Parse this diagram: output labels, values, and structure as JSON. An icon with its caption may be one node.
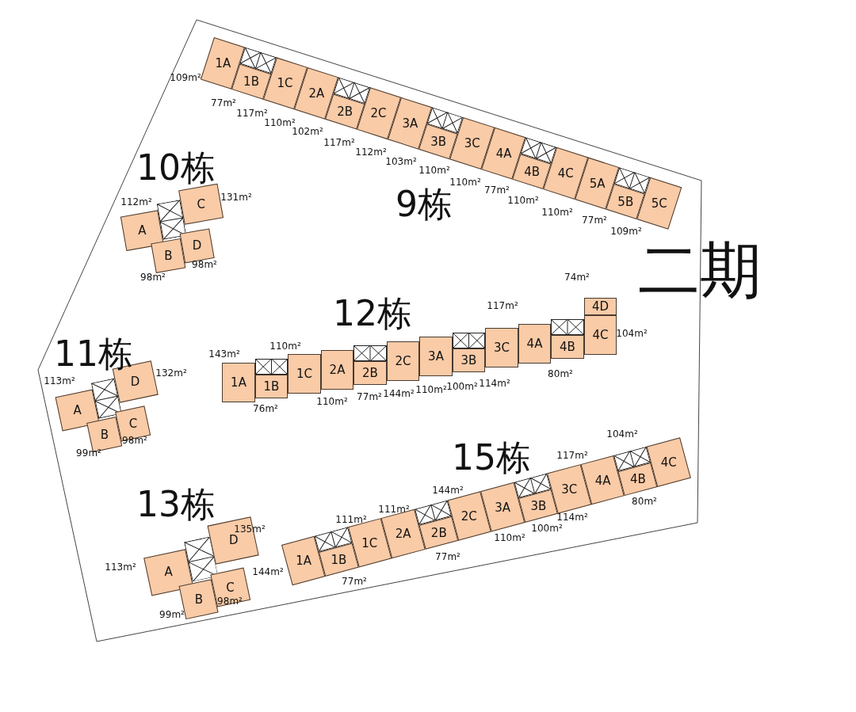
{
  "diagram": {
    "nodes": [
      {
        "text": [
          "1A"
        ]
      },
      {
        "text": [
          "1B"
        ]
      },
      {
        "text": [
          "1C"
        ]
      },
      {
        "text": [
          "2A"
        ]
      },
      {
        "text": [
          "2B"
        ]
      },
      {
        "text": [
          "2C"
        ]
      },
      {
        "text": [
          "3A"
        ]
      },
      {
        "text": [
          "3B"
        ]
      },
      {
        "text": [
          "3C"
        ]
      },
      {
        "text": [
          "4A"
        ]
      },
      {
        "text": [
          "4B"
        ]
      },
      {
        "text": [
          "4C"
        ]
      },
      {
        "text": [
          "5A"
        ]
      },
      {
        "text": [
          "5B"
        ]
      },
      {
        "text": [
          "5C"
        ]
      },
      {
        "text": [
          "A"
        ]
      },
      {
        "text": [
          "C"
        ]
      },
      {
        "text": [
          "B"
        ]
      },
      {
        "text": [
          "D"
        ]
      },
      {
        "text": [
          "A"
        ]
      },
      {
        "text": [
          "D"
        ]
      },
      {
        "text": [
          "B"
        ]
      },
      {
        "text": [
          "C"
        ]
      },
      {
        "text": [
          "1A"
        ]
      },
      {
        "text": [
          "1B"
        ]
      },
      {
        "text": [
          "1C"
        ]
      },
      {
        "text": [
          "2A"
        ]
      },
      {
        "text": [
          "2B"
        ]
      },
      {
        "text": [
          "2C"
        ]
      },
      {
        "text": [
          "3A"
        ]
      },
      {
        "text": [
          "3B"
        ]
      },
      {
        "text": [
          "3C"
        ]
      },
      {
        "text": [
          "4A"
        ]
      },
      {
        "text": [
          "4B"
        ]
      },
      {
        "text": [
          "4D"
        ]
      },
      {
        "text": [
          "4C"
        ]
      },
      {
        "text": [
          "A"
        ]
      },
      {
        "text": [
          "D"
        ]
      },
      {
        "text": [
          "B"
        ]
      },
      {
        "text": [
          "C"
        ]
      },
      {
        "text": [
          "1A"
        ]
      },
      {
        "text": [
          "1B"
        ]
      },
      {
        "text": [
          "1C"
        ]
      },
      {
        "text": [
          "2A"
        ]
      },
      {
        "text": [
          "2B"
        ]
      },
      {
        "text": [
          "2C"
        ]
      },
      {
        "text": [
          "3A"
        ]
      },
      {
        "text": [
          "3B"
        ]
      },
      {
        "text": [
          "3C"
        ]
      },
      {
        "text": [
          "4A"
        ]
      },
      {
        "text": [
          "4B"
        ]
      },
      {
        "text": [
          "4C"
        ]
      }
    ],
    "labels": [
      "109m²",
      "77m²",
      "117m²",
      "110m²",
      "102m²",
      "117m²",
      "112m²",
      "103m²",
      "110m²",
      "110m²",
      "77m²",
      "110m²",
      "110m²",
      "77m²",
      "109m²",
      "9栋",
      "10栋",
      "112m²",
      "131m²",
      "98m²",
      "98m²",
      "二期",
      "74m²",
      "12栋",
      "117m²",
      "104m²",
      "143m²",
      "110m²",
      "80m²",
      "114m²",
      "100m²",
      "110m²",
      "144m²",
      "77m²",
      "110m²",
      "76m²",
      "11栋",
      "113m²",
      "132m²",
      "98m²",
      "99m²",
      "104m²",
      "15栋",
      "117m²",
      "144m²",
      "111m²",
      "111m²",
      "80m²",
      "114m²",
      "100m²",
      "110m²",
      "77m²",
      "77m²",
      "144m²",
      "13栋",
      "135m²",
      "113m²",
      "98m²",
      "99m²"
    ]
  }
}
